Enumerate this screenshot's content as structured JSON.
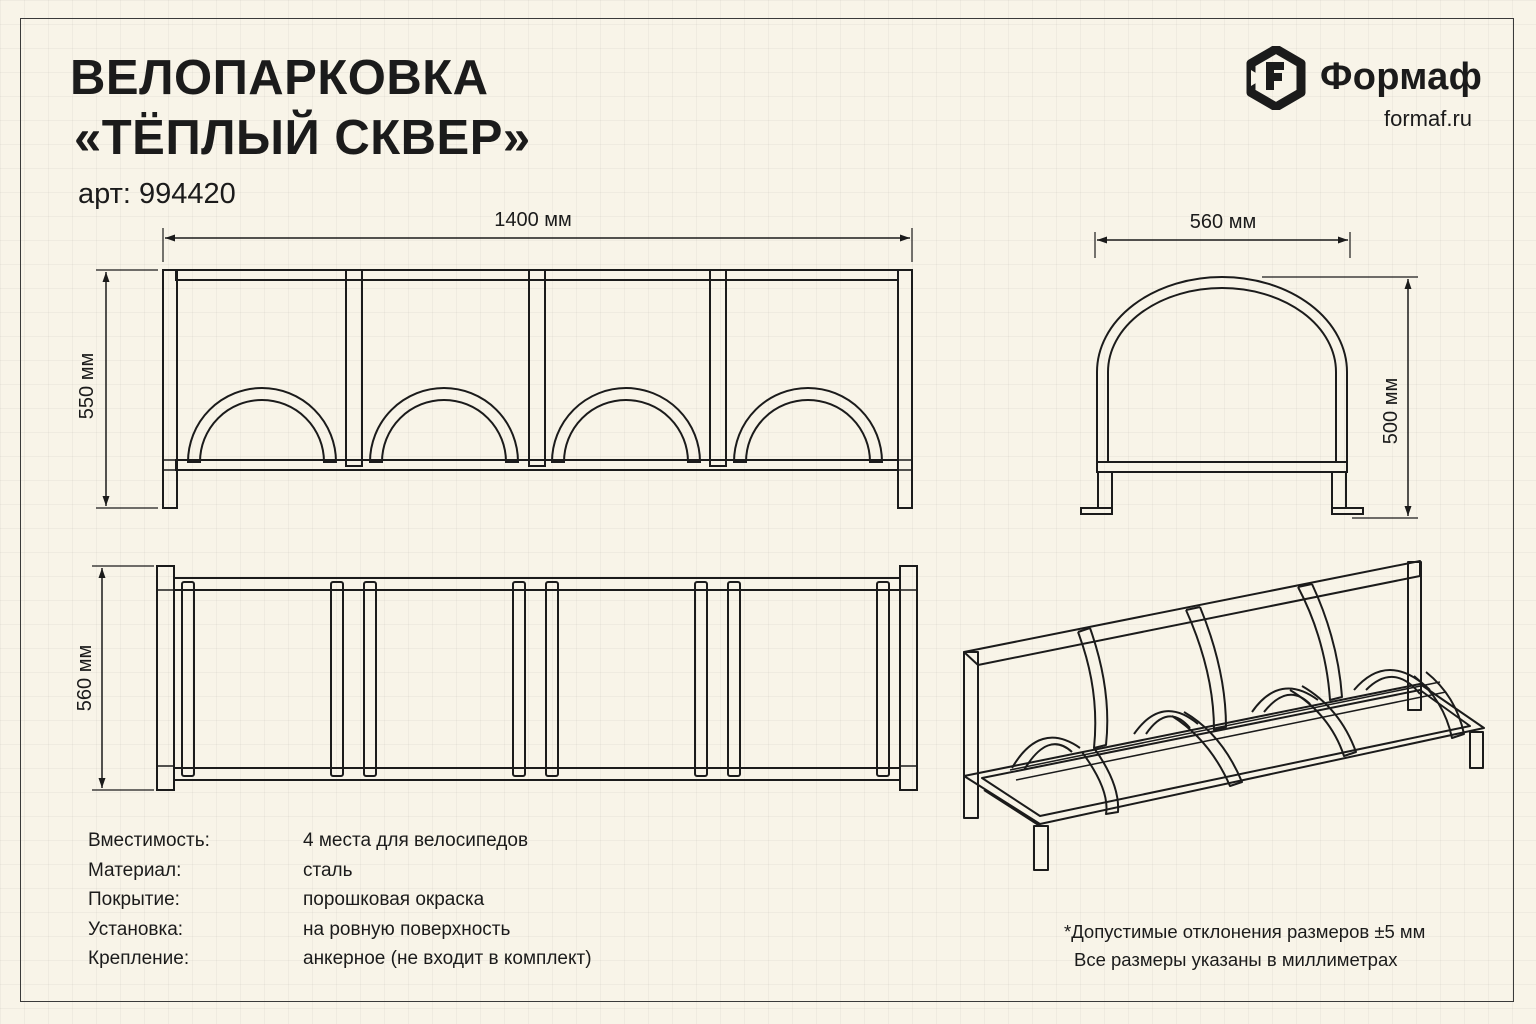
{
  "title": {
    "line1": "ВЕЛОПАРКОВКА",
    "line2": "«ТЁПЛЫЙ СКВЕР»"
  },
  "article": "арт: 994420",
  "brand": {
    "name": "Формаф",
    "site": "formaf.ru",
    "logo_icon": "hexagon-f-logo"
  },
  "dimensions": {
    "front_width": "1400 мм",
    "front_height": "550 мм",
    "side_width": "560 мм",
    "side_height": "500 мм",
    "top_depth": "560 мм"
  },
  "specs": [
    {
      "label": "Вместимость:",
      "value": "4 места для велосипедов"
    },
    {
      "label": "Материал:",
      "value": "сталь"
    },
    {
      "label": "Покрытие:",
      "value": "порошковая окраска"
    },
    {
      "label": "Установка:",
      "value": "на ровную поверхность"
    },
    {
      "label": "Крепление:",
      "value": "анкерное (не входит в комплект)"
    }
  ],
  "notes": {
    "line1": "*Допустимые отклонения размеров ±5 мм",
    "line2": "Все размеры указаны в миллиметрах"
  },
  "colors": {
    "paper": "#f8f4e8",
    "ink": "#1b1b1b"
  }
}
